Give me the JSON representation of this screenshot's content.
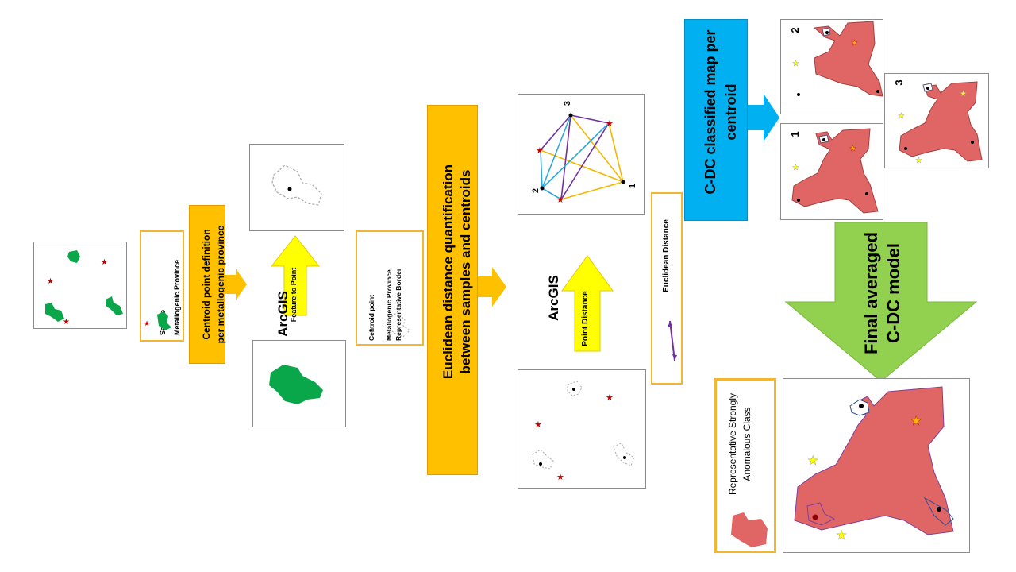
{
  "legend1": {
    "sample": "Sample",
    "province": "Metallogenic Province"
  },
  "step1": {
    "line1": "Centroid point definition",
    "line2": "per metallogenic province"
  },
  "arcgis1": {
    "label": "ArcGIS",
    "tool": "Feature to Point"
  },
  "legend2": {
    "centroid": "Centroid point",
    "border_line1": "Metallogenic Province",
    "border_line2": "Representative Border"
  },
  "step2": {
    "line1": "Euclidean distance quantification",
    "line2": "between samples and centroids"
  },
  "arcgis2": {
    "label": "ArcGIS",
    "tool": "Point Distance"
  },
  "distance_legend": {
    "label": "Euclidean Distance"
  },
  "network_labels": {
    "n1": "1",
    "n2": "2",
    "n3": "3"
  },
  "step3": {
    "line1": "C-DC classified map per",
    "line2": "centroid"
  },
  "map_labels": {
    "m1": "1",
    "m2": "2",
    "m3": "3"
  },
  "final": {
    "line1": "Final averaged",
    "line2": "C-DC model"
  },
  "legend3": {
    "line1": "Representative Strongly",
    "line2": "Anomalous Class"
  },
  "colors": {
    "green": "#0aa64a",
    "red_fill": "#e06666",
    "orange": "#ffc000",
    "yellow": "#ffff00",
    "blue": "#00b0f0",
    "lime": "#92d050",
    "purple": "#7030a0",
    "cyan": "#2ea8d8",
    "gold": "#f5b800"
  }
}
